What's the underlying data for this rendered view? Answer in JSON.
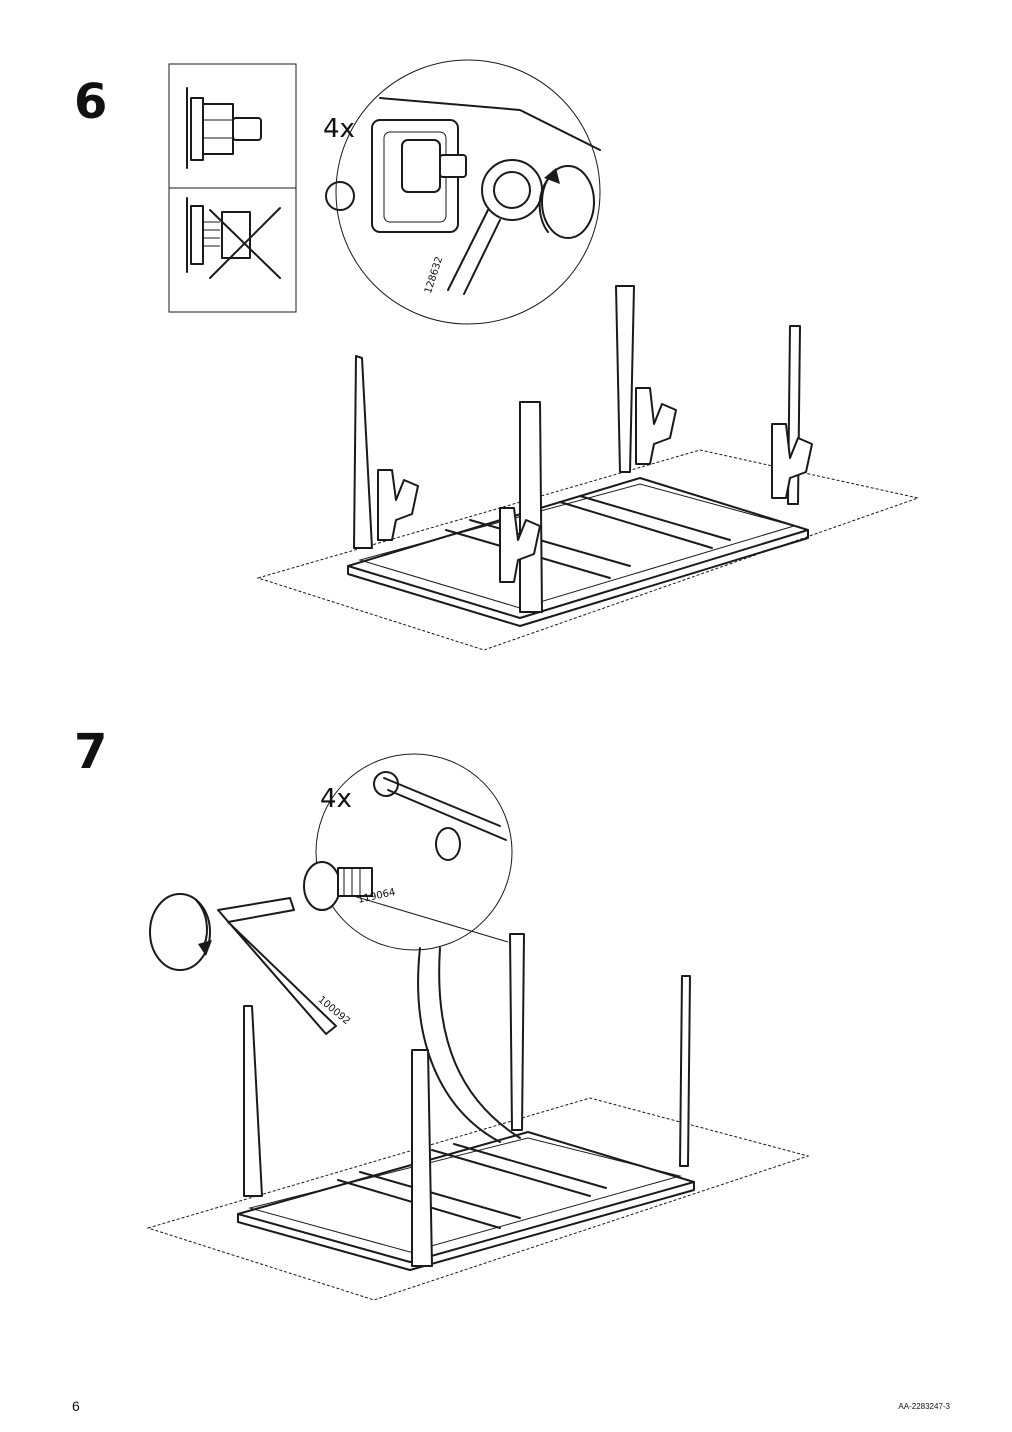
{
  "page": {
    "page_number": "6",
    "document_id": "AA-2283247-3"
  },
  "steps": [
    {
      "number": "6",
      "quantity": "4x",
      "part_number": "128632",
      "icons": [
        "nut-tightened-correct-icon",
        "nut-loose-incorrect-icon",
        "wrench-icon",
        "rotate-clockwise-arrow-icon",
        "hand-hold-icon"
      ]
    },
    {
      "number": "7",
      "quantity": "4x",
      "part_numbers": [
        "119064",
        "100092"
      ],
      "icons": [
        "bolt-icon",
        "allen-key-icon",
        "rotate-clockwise-arrow-icon"
      ]
    }
  ]
}
